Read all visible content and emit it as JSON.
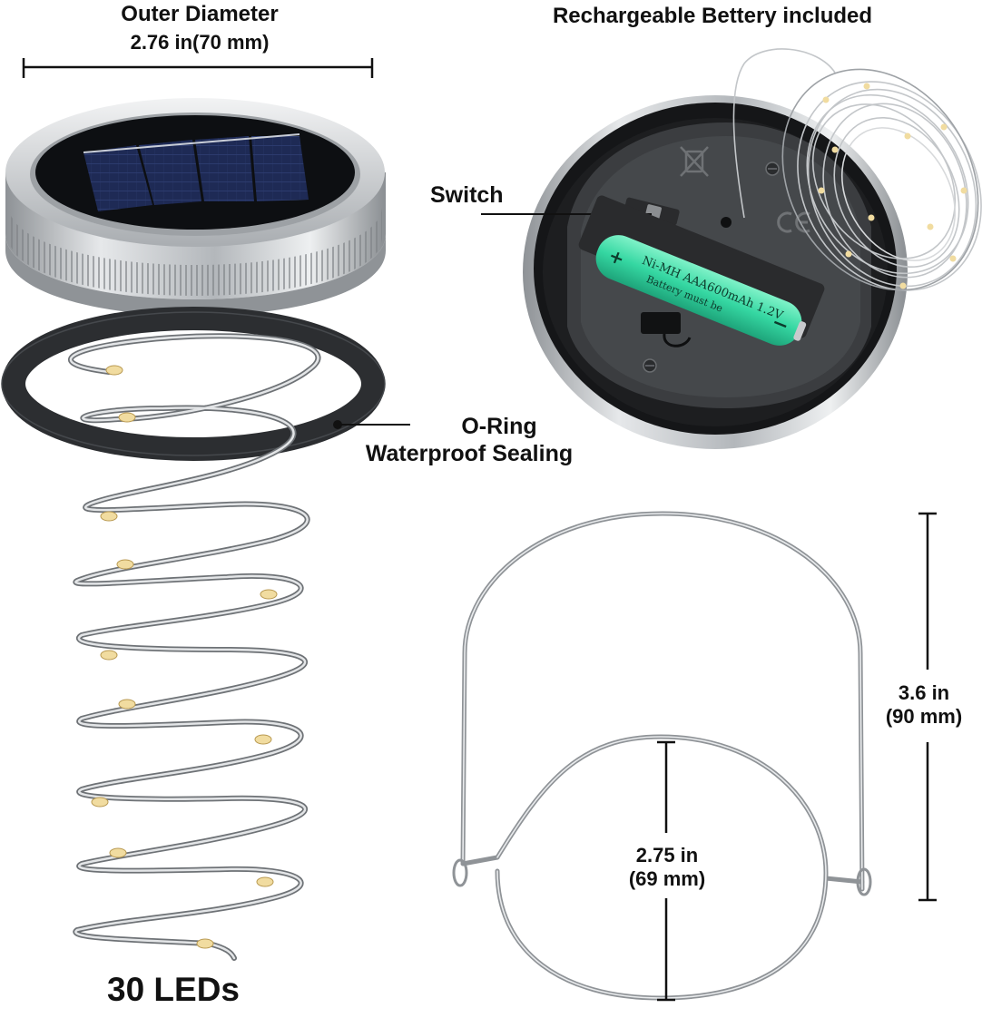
{
  "labels": {
    "outer_diameter_title": "Outer Diameter",
    "outer_diameter_value": "2.76 in(70 mm)",
    "battery_title": "Rechargeable Bettery included",
    "switch": "Switch",
    "oring_line1": "O-Ring",
    "oring_line2": "Waterproof Sealing",
    "led_count": "30 LEDs",
    "handle_height_line1": "3.6 in",
    "handle_height_line2": "(90 mm)",
    "ring_diameter_line1": "2.75 in",
    "ring_diameter_line2": "(69 mm)"
  },
  "battery_print": {
    "line1": "Ni-MH AAA600mAh 1.2V",
    "line2": "Battery must be",
    "plus": "+",
    "minus": "−"
  },
  "colors": {
    "metal": "#b9bcbf",
    "solar_panel": "#1e2a55",
    "gasket": "#2c2e31",
    "battery": "#35d7a2",
    "wire": "#a7aaae",
    "led": "#f1dca0",
    "text": "#111111"
  },
  "icons": [
    "solar-panel-icon",
    "battery-icon",
    "ce-mark-icon",
    "recycle-icon"
  ]
}
